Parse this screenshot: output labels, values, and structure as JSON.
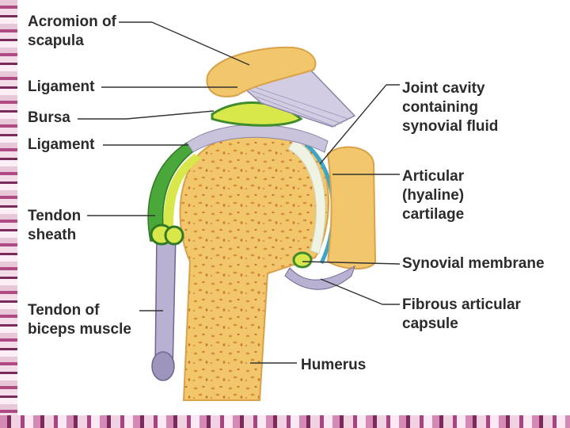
{
  "labels": {
    "acromion": "Acromion of\nscapula",
    "ligament_top": "Ligament",
    "bursa": "Bursa",
    "ligament_mid": "Ligament",
    "tendon_sheath": "Tendon\nsheath",
    "tendon_biceps": "Tendon of\nbiceps muscle",
    "joint_cavity": "Joint cavity\ncontaining\nsynovial fluid",
    "articular_cartilage": "Articular\n(hyaline)\ncartilage",
    "synovial_membrane": "Synovial membrane",
    "fibrous_capsule": "Fibrous articular\ncapsule",
    "humerus": "Humerus"
  },
  "colors": {
    "bone": "#f2c66a",
    "bone_edge": "#d9a24a",
    "cartilage": "#eef3e4",
    "synovial": "#3fa6c8",
    "bursa_green": "#4aa73a",
    "bursa_yellow": "#d8e84a",
    "ligament": "#c9c3dc",
    "tendon": "#b9b1d2",
    "leader_line": "#333333"
  }
}
